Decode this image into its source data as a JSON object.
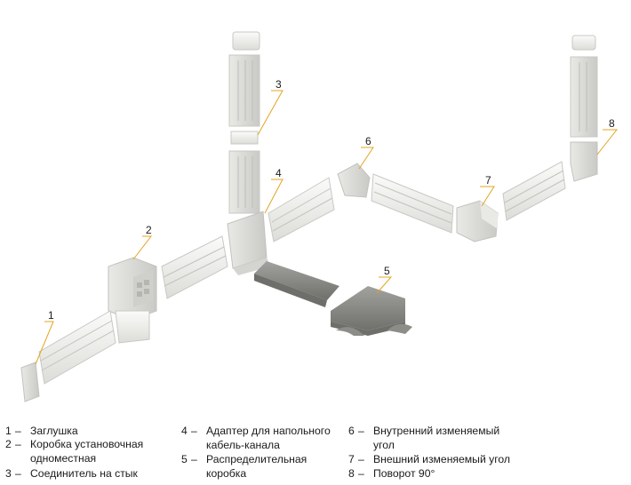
{
  "callouts": [
    {
      "number": "1"
    },
    {
      "number": "2"
    },
    {
      "number": "3"
    },
    {
      "number": "4"
    },
    {
      "number": "5"
    },
    {
      "number": "6"
    },
    {
      "number": "7"
    },
    {
      "number": "8"
    }
  ],
  "legend": [
    {
      "number": "1",
      "dash": "–",
      "text": "Заглушка"
    },
    {
      "number": "2",
      "dash": "–",
      "text": "Коробка установочная\nодноместная"
    },
    {
      "number": "3",
      "dash": "–",
      "text": "Соединитель на стык"
    },
    {
      "number": "4",
      "dash": "–",
      "text": "Адаптер для напольного\nкабель-канала"
    },
    {
      "number": "5",
      "dash": "–",
      "text": "Распределительная\nкоробка"
    },
    {
      "number": "6",
      "dash": "–",
      "text": "Внутренний изменяемый\nугол"
    },
    {
      "number": "7",
      "dash": "–",
      "text": "Внешний изменяемый угол"
    },
    {
      "number": "8",
      "dash": "–",
      "text": "Поворот 90°"
    }
  ],
  "colors": {
    "channel_light": "#f2f2f0",
    "channel_mid": "#e3e3e0",
    "channel_dark": "#cfcfcb",
    "floor_channel": "#8c8c89",
    "floor_channel_dark": "#6e6e6b",
    "leader_line": "#e3a41f"
  }
}
